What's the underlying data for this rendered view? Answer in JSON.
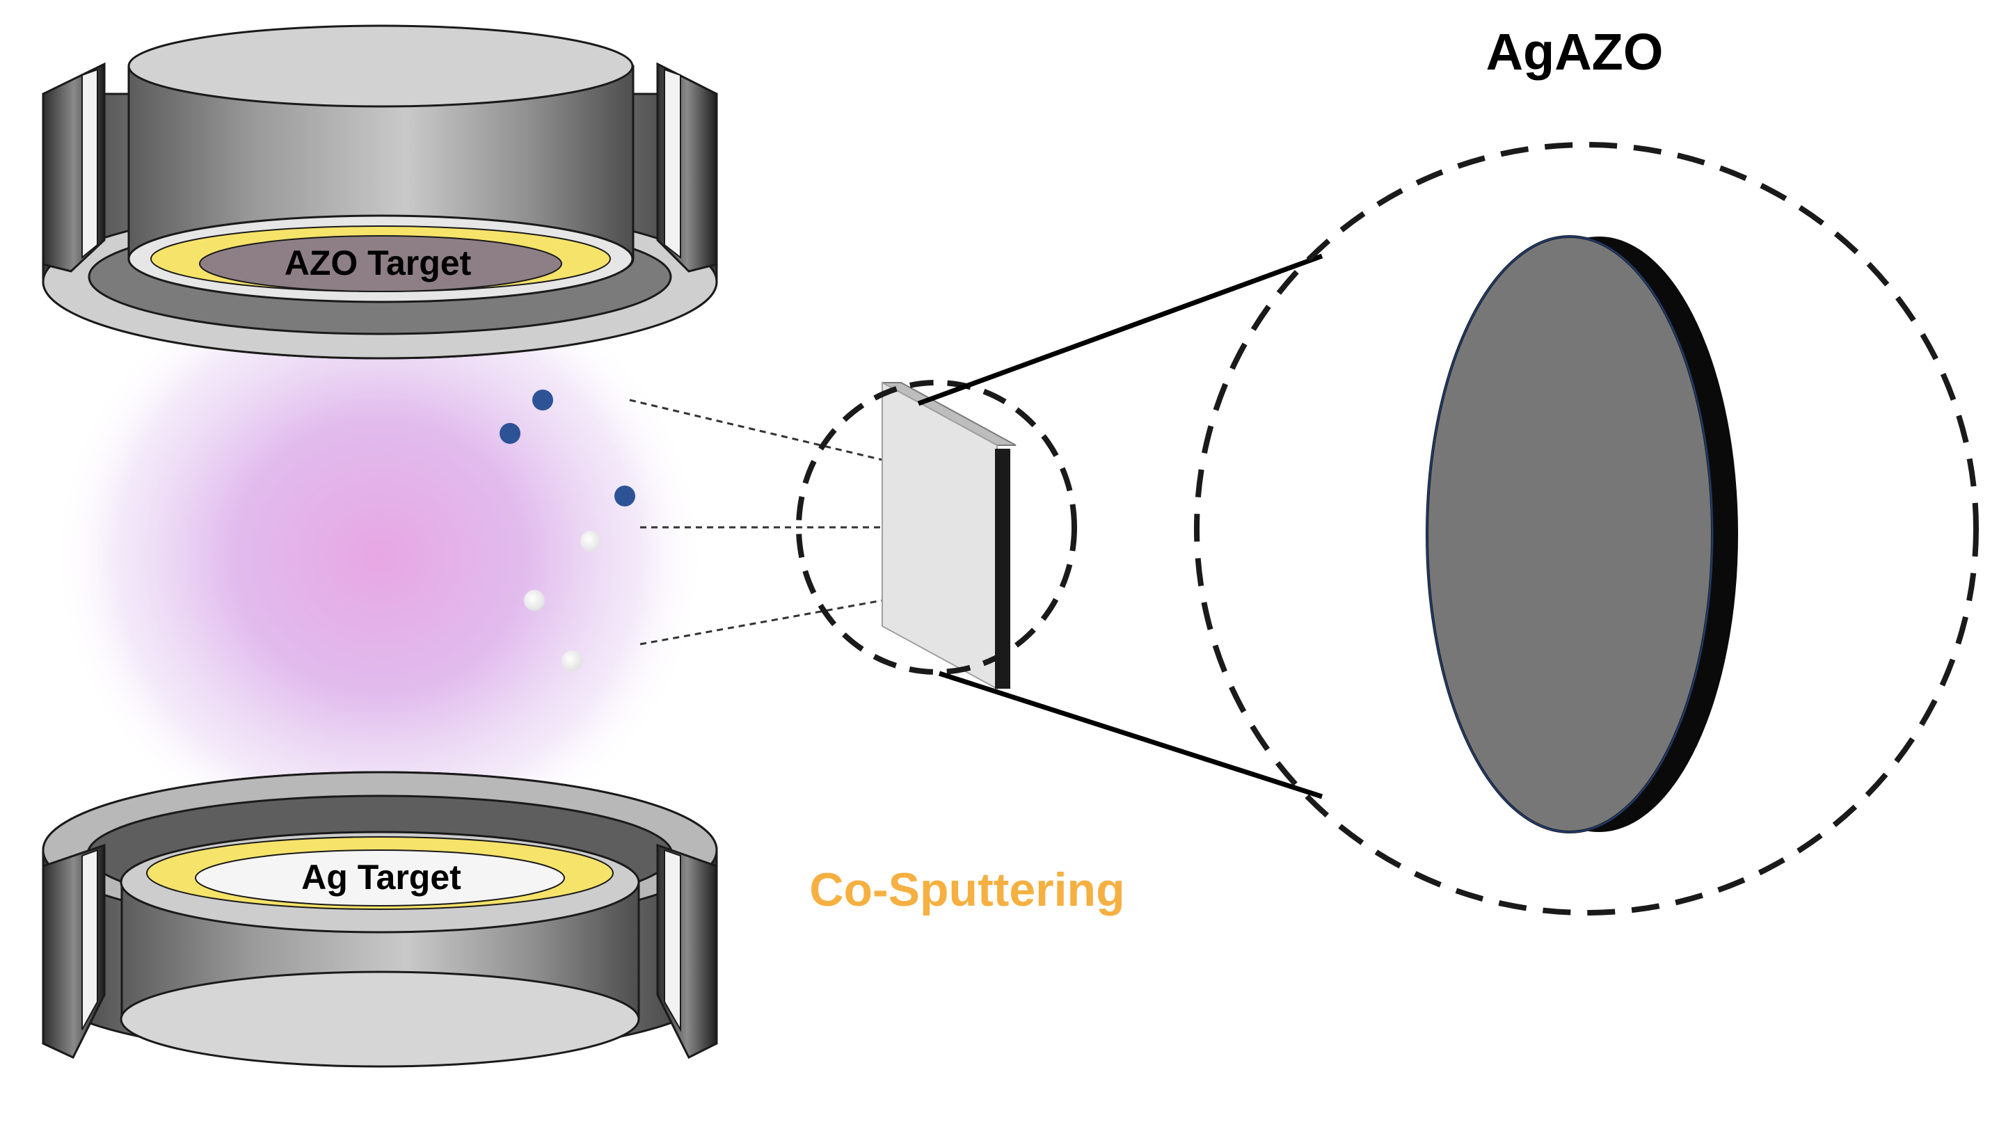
{
  "labels": {
    "azo_target": "AZO Target",
    "ag_target": "Ag Target",
    "process": "Co-Sputtering",
    "film": "AgAZO"
  },
  "colors": {
    "plasma_core": "#e9a5e3",
    "plasma_edge": "#f4f0f9",
    "ag_particle": "#f4f4f4",
    "azo_particle": "#2d5296",
    "target_ring": "#f6e36a",
    "process_label": "#f5b041",
    "film_face": "#777777",
    "film_edge": "#0a0a0a"
  },
  "icons": [
    "sputter-gun-top",
    "sputter-gun-bottom",
    "plasma-glow",
    "substrate",
    "zoom-circle",
    "film-disc"
  ]
}
